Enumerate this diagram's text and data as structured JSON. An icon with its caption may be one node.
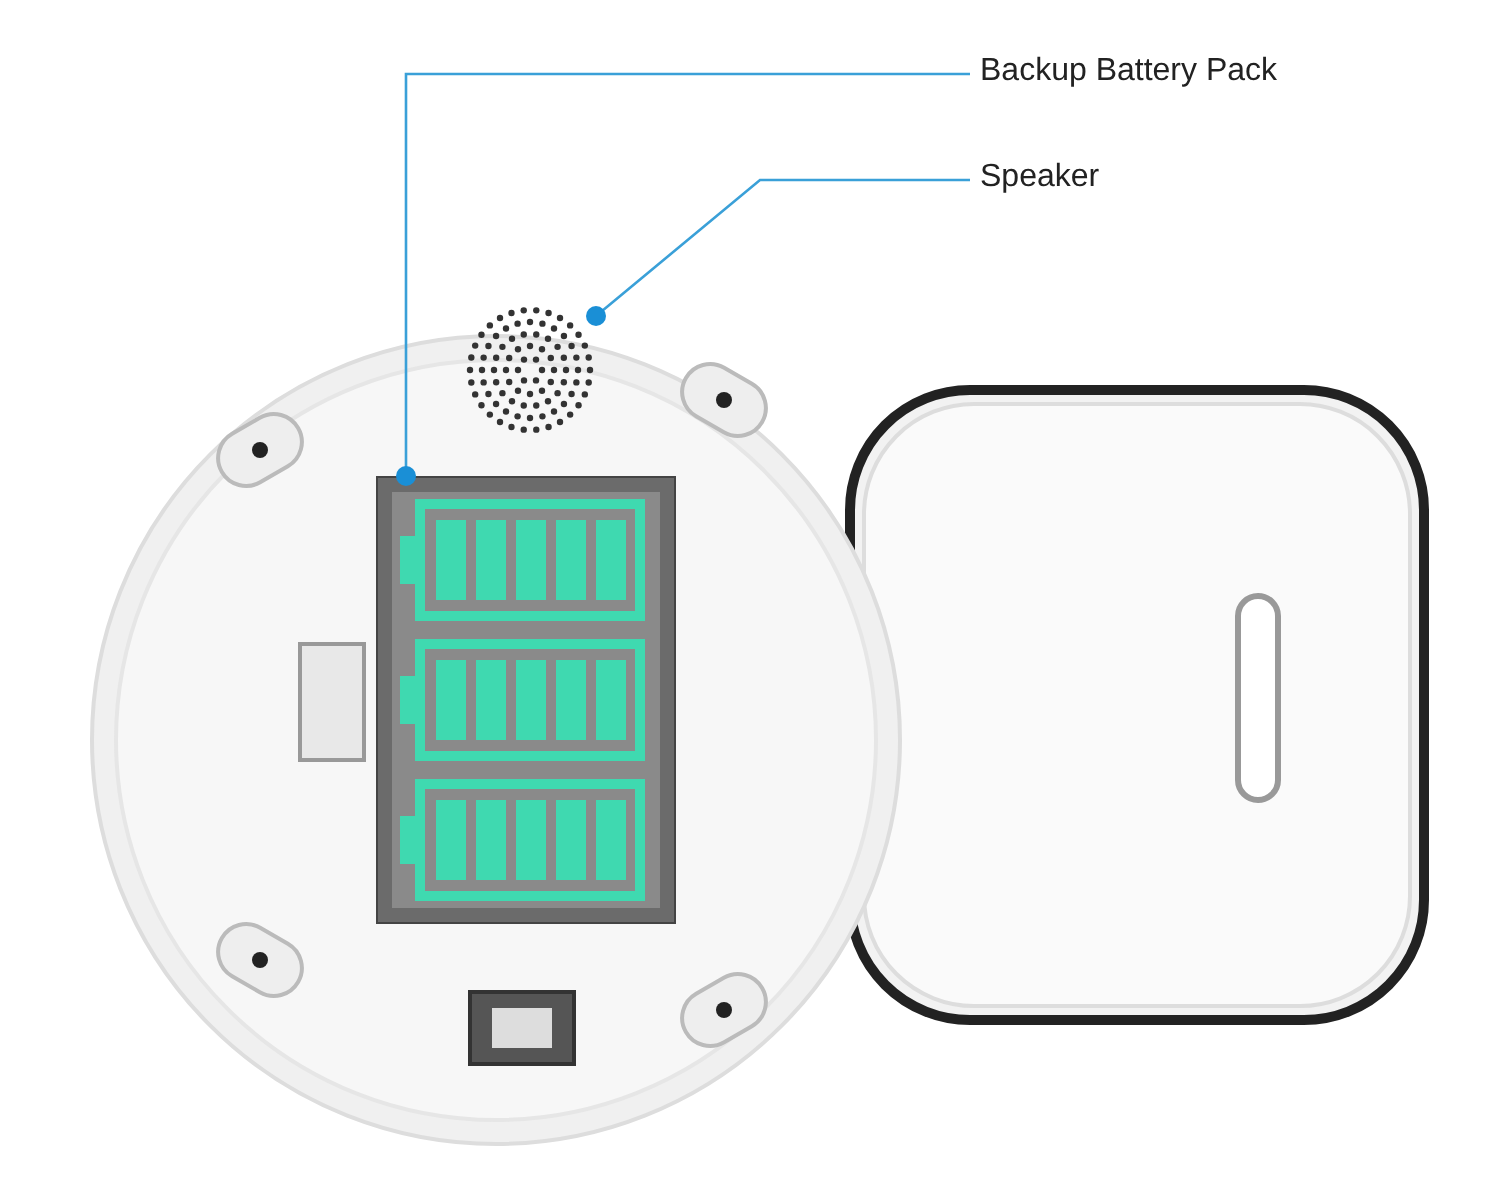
{
  "diagram": {
    "nodes": [
      {
        "text": [
          "Backup Battery Pack"
        ]
      },
      {
        "text": [
          "Speaker"
        ]
      },
      {
        "text": [],
        "shape": "picture"
      },
      {
        "text": [],
        "shape": "picture"
      }
    ],
    "edges": [
      {
        "from": 0,
        "to": 2,
        "arrow": "other"
      },
      {
        "from": 1,
        "to": 3,
        "arrow": "other"
      }
    ]
  }
}
